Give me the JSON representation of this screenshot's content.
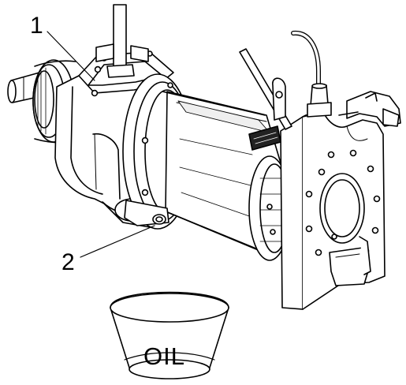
{
  "callouts": {
    "fill_plug": "1",
    "drain_plug": "2"
  },
  "container": {
    "label": "OIL"
  },
  "colors": {
    "line": "#000000",
    "fill": "#ffffff",
    "shade": "#e6e6e6",
    "dark": "#222222"
  }
}
